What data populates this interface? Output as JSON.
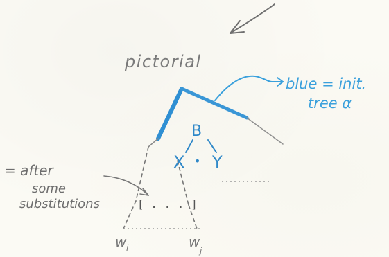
{
  "labels": {
    "pictorial": "pictorial",
    "blue_line1": "blue = init.",
    "blue_line2": "tree α",
    "after_line1": "= after",
    "after_line2": "some",
    "after_line3": "substitutions",
    "bracket": "[ . . . ]",
    "node_b": "B",
    "node_x": "X",
    "node_dot": "•",
    "node_y": "Y",
    "wi": "w",
    "wi_sub": "i",
    "wj": "w",
    "wj_sub": "j"
  },
  "colors": {
    "ink": "#6e6e6e",
    "blue": "#3aa0dc",
    "node_blue": "#2f88c8",
    "paper": "#fbfaf4"
  }
}
